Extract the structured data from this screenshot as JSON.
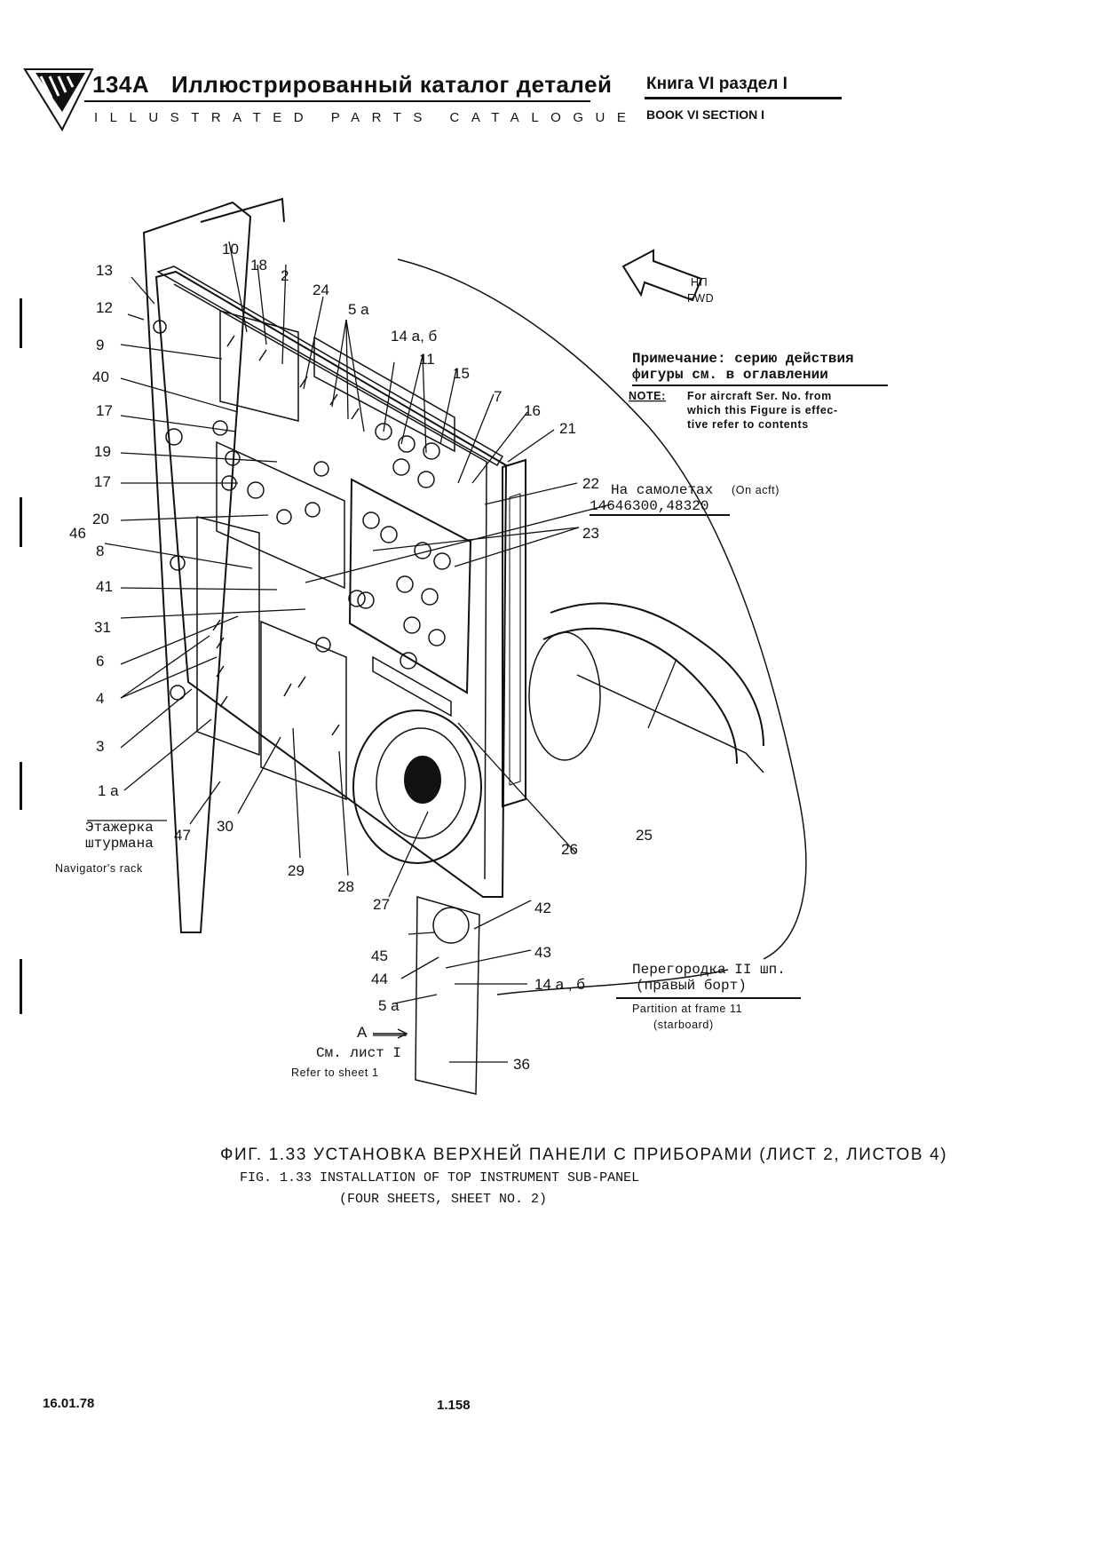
{
  "header": {
    "model": "134A",
    "title_ru": "Иллюстрированный каталог деталей",
    "title_en": "ILLUSTRATED PARTS CATALOGUE",
    "book_ru": "Книга VI раздел I",
    "book_en": "BOOK VI SECTION I"
  },
  "note": {
    "ru_line1": "Примечание: серию действия",
    "ru_line2": "фигуры см. в оглавлении",
    "en_label": "NOTE:",
    "en_line1": "For aircraft Ser. No. from",
    "en_line2": "which this Figure is effec-",
    "en_line3": "tive refer to contents"
  },
  "direction": {
    "ru": "НП",
    "en": "FWD"
  },
  "aircraft_note": {
    "ru": "На самолетах",
    "en": "(On acft)",
    "numbers": "14646300,48320"
  },
  "rack": {
    "ru_line1": "Этажерка",
    "ru_line2": "штурмана",
    "en": "Navigator's rack"
  },
  "partition": {
    "ru_line1": "Перегородка II шп.",
    "ru_line2": "(правый борт)",
    "en_line1": "Partition at frame 11",
    "en_line2": "(starboard)"
  },
  "view_ref": {
    "arrow_label": "A",
    "ru": "См. лист I",
    "en": "Refer to sheet 1"
  },
  "callouts": {
    "c13": "13",
    "c12": "12",
    "c9": "9",
    "c40": "40",
    "c17a": "17",
    "c19": "19",
    "c17b": "17",
    "c20": "20",
    "c46": "46",
    "c8": "8",
    "c41": "41",
    "c31": "31",
    "c6": "6",
    "c4": "4",
    "c3": "3",
    "c1a": "1 a",
    "c47": "47",
    "c30": "30",
    "c29": "29",
    "c28": "28",
    "c27": "27",
    "c10": "10",
    "c18": "18",
    "c2": "2",
    "c24": "24",
    "c5a": "5 a",
    "c14ab": "14 a, б",
    "c11": "11",
    "c15": "15",
    "c7": "7",
    "c16": "16",
    "c21": "21",
    "c22": "22",
    "c23": "23",
    "c25": "25",
    "c26": "26",
    "c42": "42",
    "c43": "43",
    "c45": "45",
    "c44": "44",
    "c14ab2": "14 a , б",
    "c5a2": "5 a",
    "c36": "36"
  },
  "caption": {
    "ru": "ФИГ. 1.33 УСТАНОВКА ВЕРХНЕЙ ПАНЕЛИ С ПРИБОРАМИ (ЛИСТ 2, ЛИСТОВ 4)",
    "en_line1": "FIG. 1.33 INSTALLATION OF TOP INSTRUMENT SUB-PANEL",
    "en_line2": "(FOUR SHEETS, SHEET NO. 2)"
  },
  "footer": {
    "date": "16.01.78",
    "page": "1.158"
  }
}
